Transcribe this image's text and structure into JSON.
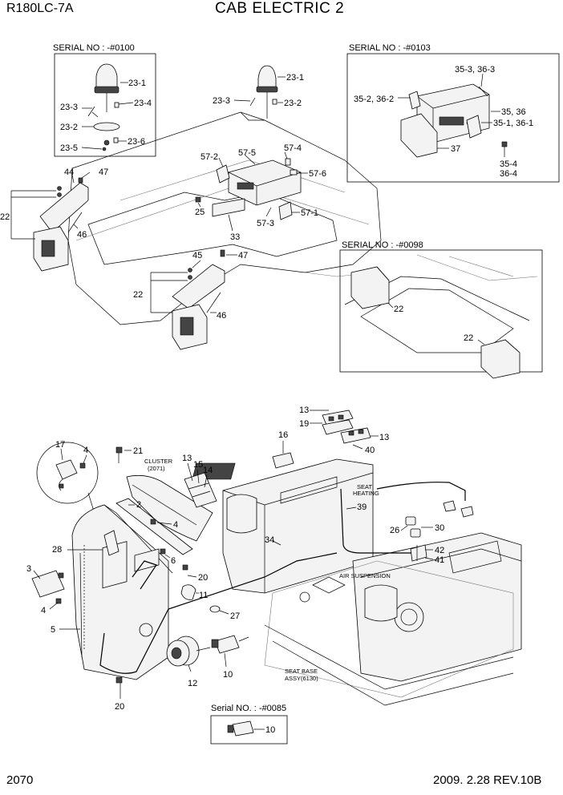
{
  "header": {
    "model": "R180LC-7A",
    "title": "CAB ELECTRIC 2"
  },
  "footer": {
    "page_number": "2070",
    "revision": "2009. 2.28  REV.10B"
  },
  "insets": {
    "serial_0100": "SERIAL NO : -#0100",
    "serial_0103": "SERIAL NO : -#0103",
    "serial_0098": "SERIAL NO : -#0098",
    "serial_0085": "Serial NO. : -#0085"
  },
  "notes": {
    "cluster": "CLUSTER",
    "cluster_ref": "(2071)",
    "seat_heating_1": "SEAT",
    "seat_heating_2": "HEATING",
    "air_suspension": "AIR SUSPENSION",
    "seat_base_1": "SEAT BASE",
    "seat_base_2": "ASSY(6130)"
  },
  "callouts": {
    "c23_1a": "23-1",
    "c23_3a": "23-3",
    "c23_4a": "23-4",
    "c23_2a": "23-2",
    "c23_6a": "23-6",
    "c23_5a": "23-5",
    "c23_1b": "23-1",
    "c23_3b": "23-3",
    "c23_2b": "23-2",
    "c35_3": "35-3, 36-3",
    "c35_2": "35-2, 36-2",
    "c35_36": "35, 36",
    "c35_1": "35-1, 36-1",
    "c37": "37",
    "c35_4": "35-4",
    "c36_4": "36-4",
    "c57_2": "57-2",
    "c57_5": "57-5",
    "c57_4": "57-4",
    "c57_6": "57-6",
    "c57_1": "57-1",
    "c57_3": "57-3",
    "c25": "25",
    "c33": "33",
    "c44": "44",
    "c47a": "47",
    "c22a": "22",
    "c46a": "46",
    "c45": "45",
    "c47b": "47",
    "c22b": "22",
    "c46b": "46",
    "c22c": "22",
    "c22d": "22",
    "c13a": "13",
    "c19": "19",
    "c13b": "13",
    "c40": "40",
    "c16": "16",
    "c17": "17",
    "c4a": "4",
    "c21": "21",
    "c13c": "13",
    "c15": "15",
    "c14": "14",
    "c2": "2",
    "c4b": "4",
    "c39": "39",
    "c34": "34",
    "c28": "28",
    "c6": "6",
    "c3": "3",
    "c20a": "20",
    "c26": "26",
    "c30": "30",
    "c42": "42",
    "c41": "41",
    "c11": "11",
    "c27": "27",
    "c4c": "4",
    "c5": "5",
    "c12": "12",
    "c10a": "10",
    "c20b": "20",
    "c10b": "10"
  }
}
